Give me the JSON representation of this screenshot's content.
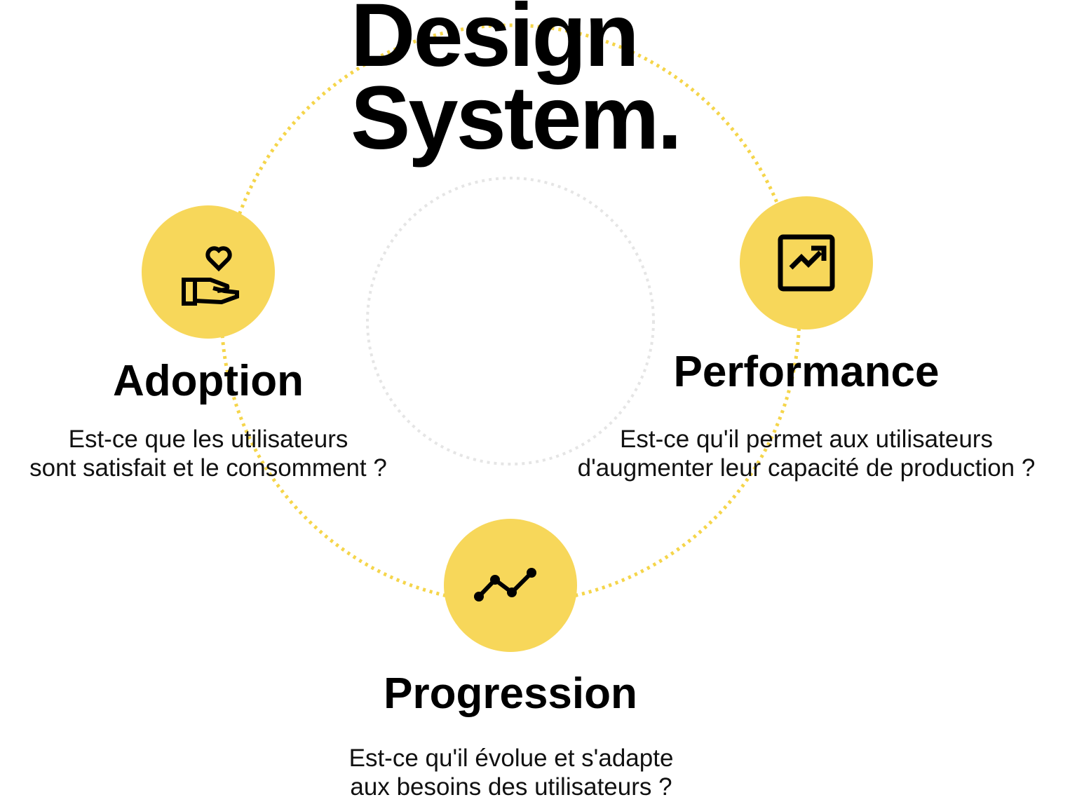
{
  "title": {
    "line1": "Design",
    "line2": "System."
  },
  "colors": {
    "accent": "#F7D75A",
    "ring": "#F5D54A",
    "inner_ring": "#E5E5E5"
  },
  "pillars": [
    {
      "icon": "hand-heart-icon",
      "title": "Adoption",
      "desc1": "Est-ce que les utilisateurs",
      "desc2": "sont satisfait et le consomment ?"
    },
    {
      "icon": "trending-up-chart-icon",
      "title": "Performance",
      "desc1": "Est-ce qu'il permet aux utilisateurs",
      "desc2": "d'augmenter leur capacité de production ?"
    },
    {
      "icon": "line-graph-icon",
      "title": "Progression",
      "desc1": "Est-ce qu'il évolue et s'adapte",
      "desc2": "aux besoins des utilisateurs ?"
    }
  ]
}
